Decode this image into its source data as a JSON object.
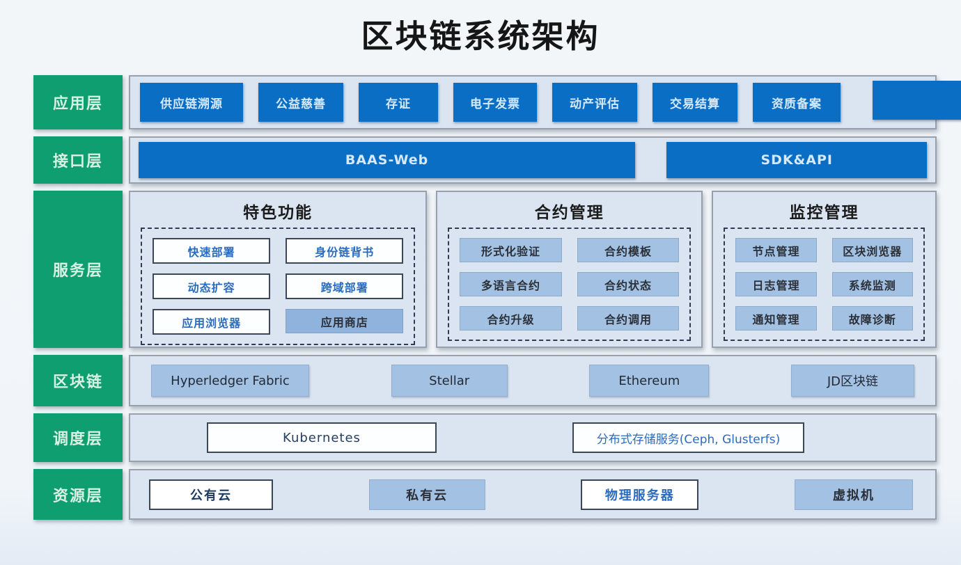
{
  "title": "区块链系统架构",
  "colors": {
    "accent_blue": "#0b6ec5",
    "layer_green": "#0f9e6f",
    "panel_bg": "#dbe4f1",
    "filled_item_bg": "#a3c2e3"
  },
  "layers": {
    "app": {
      "label": "应用层",
      "items": [
        "供应链溯源",
        "公益慈善",
        "存证",
        "电子发票",
        "动产评估",
        "交易结算",
        "资质备案"
      ],
      "partial_item": ""
    },
    "interface": {
      "label": "接口层",
      "items": [
        "BAAS-Web",
        "SDK&API"
      ]
    },
    "service": {
      "label": "服务层",
      "groups": [
        {
          "title": "特色功能",
          "items": [
            "快速部署",
            "身份链背书",
            "动态扩容",
            "跨域部署",
            "应用浏览器",
            "应用商店"
          ]
        },
        {
          "title": "合约管理",
          "items": [
            "形式化验证",
            "合约模板",
            "多语言合约",
            "合约状态",
            "合约升级",
            "合约调用"
          ]
        },
        {
          "title": "监控管理",
          "items": [
            "节点管理",
            "区块浏览器",
            "日志管理",
            "系统监测",
            "通知管理",
            "故障诊断"
          ]
        }
      ]
    },
    "blockchain": {
      "label": "区块链",
      "items": [
        "Hyperledger Fabric",
        "Stellar",
        "Ethereum",
        "JD区块链"
      ]
    },
    "scheduling": {
      "label": "调度层",
      "items": [
        "Kubernetes",
        "分布式存储服务(Ceph, Glusterfs)"
      ]
    },
    "resource": {
      "label": "资源层",
      "items": [
        "公有云",
        "私有云",
        "物理服务器",
        "虚拟机"
      ]
    }
  }
}
